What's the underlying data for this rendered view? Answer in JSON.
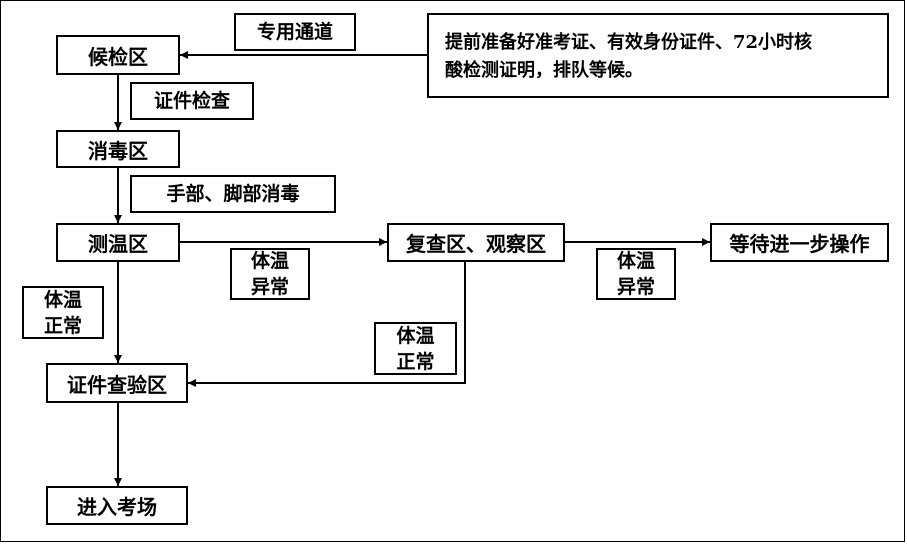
{
  "nodes": {
    "waiting_area": "候检区",
    "disinfection_area": "消毒区",
    "temperature_area": "测温区",
    "recheck_area": "复查区、观察区",
    "await_next_step": "等待进一步操作",
    "document_check_area": "证件查验区",
    "enter_exam_room": "进入考场"
  },
  "labels": {
    "dedicated_channel": "专用通道",
    "id_check": "证件检查",
    "hand_foot_disinfection": "手部、脚部消毒",
    "abnormal_temp_1": "体温\n异常",
    "abnormal_temp_2": "体温\n异常",
    "normal_temp_1": "体温\n正常",
    "normal_temp_2": "体温\n正常"
  },
  "note": "提前准备好准考证、有效身份证件、72小时核\n酸检测证明，排队等候。"
}
